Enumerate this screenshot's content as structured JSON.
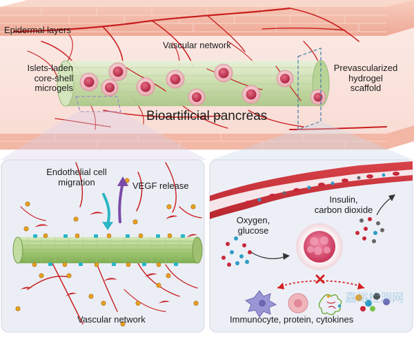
{
  "top_panel": {
    "epidermal_label": "Epidermal layers",
    "vascular_label": "Vascular network",
    "microgel_label": [
      "Islets-laden",
      "core-shell",
      "microgels"
    ],
    "scaffold_label": [
      "Prevascularized",
      "hydrogel",
      "scaffold"
    ],
    "center_label": "Bioartificial pancreas"
  },
  "left_panel": {
    "migration_label": [
      "Endothelial cell",
      "migration"
    ],
    "vegf_label": "VEGF release",
    "bottom_label": "Vascular network"
  },
  "right_panel": {
    "insulin_label": [
      "Insulin,",
      "carbon dioxide"
    ],
    "oxygen_label": [
      "Oxygen,",
      "glucose"
    ],
    "bottom_label": "Immunocyte, protein, cytokines"
  },
  "watermark": {
    "text": "嘉峪检测网"
  },
  "colors": {
    "skin": "#f4c0ae",
    "tissue": "#fbe4de",
    "vessel": "#c81e1e",
    "scaffold": "#cfe3b4",
    "microgel_shell": "#f2c6c8",
    "microgel_core": "#c83a55",
    "panel_bg": "#eef0f6",
    "vegf_arrow": "#7a4aa8",
    "migration_arrow": "#2ab6c4",
    "block_x": "#d42020"
  }
}
